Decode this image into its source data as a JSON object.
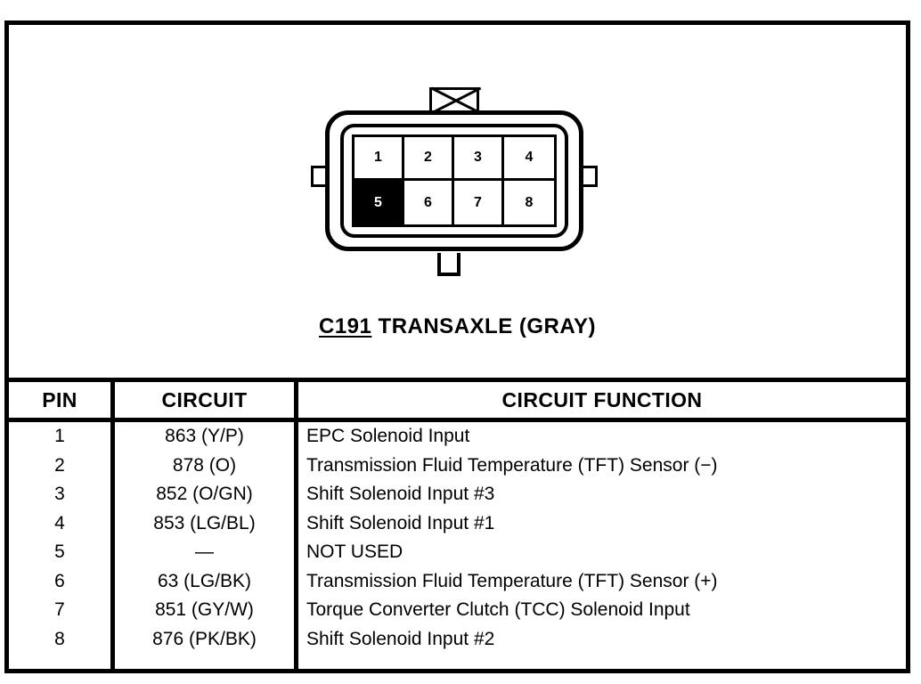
{
  "connector": {
    "code": "C191",
    "name": "TRANSAXLE (GRAY)",
    "caption_code": "C191",
    "caption_rest": " TRANSAXLE (GRAY)",
    "top_tab_icon": "x-keying-tab-icon",
    "pins": [
      {
        "number": "1",
        "highlighted": false
      },
      {
        "number": "2",
        "highlighted": false
      },
      {
        "number": "3",
        "highlighted": false
      },
      {
        "number": "4",
        "highlighted": false
      },
      {
        "number": "5",
        "highlighted": true
      },
      {
        "number": "6",
        "highlighted": false
      },
      {
        "number": "7",
        "highlighted": false
      },
      {
        "number": "8",
        "highlighted": false
      }
    ]
  },
  "table": {
    "headers": {
      "pin": "PIN",
      "circuit": "CIRCUIT",
      "function": "CIRCUIT FUNCTION"
    },
    "rows": [
      {
        "pin": "1",
        "circuit": "863 (Y/P)",
        "function": "EPC Solenoid Input"
      },
      {
        "pin": "2",
        "circuit": "878 (O)",
        "function": "Transmission Fluid Temperature (TFT) Sensor (−)"
      },
      {
        "pin": "3",
        "circuit": "852 (O/GN)",
        "function": "Shift Solenoid Input #3"
      },
      {
        "pin": "4",
        "circuit": "853 (LG/BL)",
        "function": "Shift Solenoid Input #1"
      },
      {
        "pin": "5",
        "circuit": "—",
        "function": "NOT USED"
      },
      {
        "pin": "6",
        "circuit": "63 (LG/BK)",
        "function": "Transmission Fluid Temperature (TFT) Sensor (+)"
      },
      {
        "pin": "7",
        "circuit": "851 (GY/W)",
        "function": "Torque Converter Clutch (TCC) Solenoid Input"
      },
      {
        "pin": "8",
        "circuit": "876 (PK/BK)",
        "function": "Shift Solenoid Input #2"
      }
    ]
  },
  "colors": {
    "ink": "#000000",
    "paper": "#ffffff",
    "highlight_fill": "#000000",
    "highlight_text": "#ffffff"
  }
}
